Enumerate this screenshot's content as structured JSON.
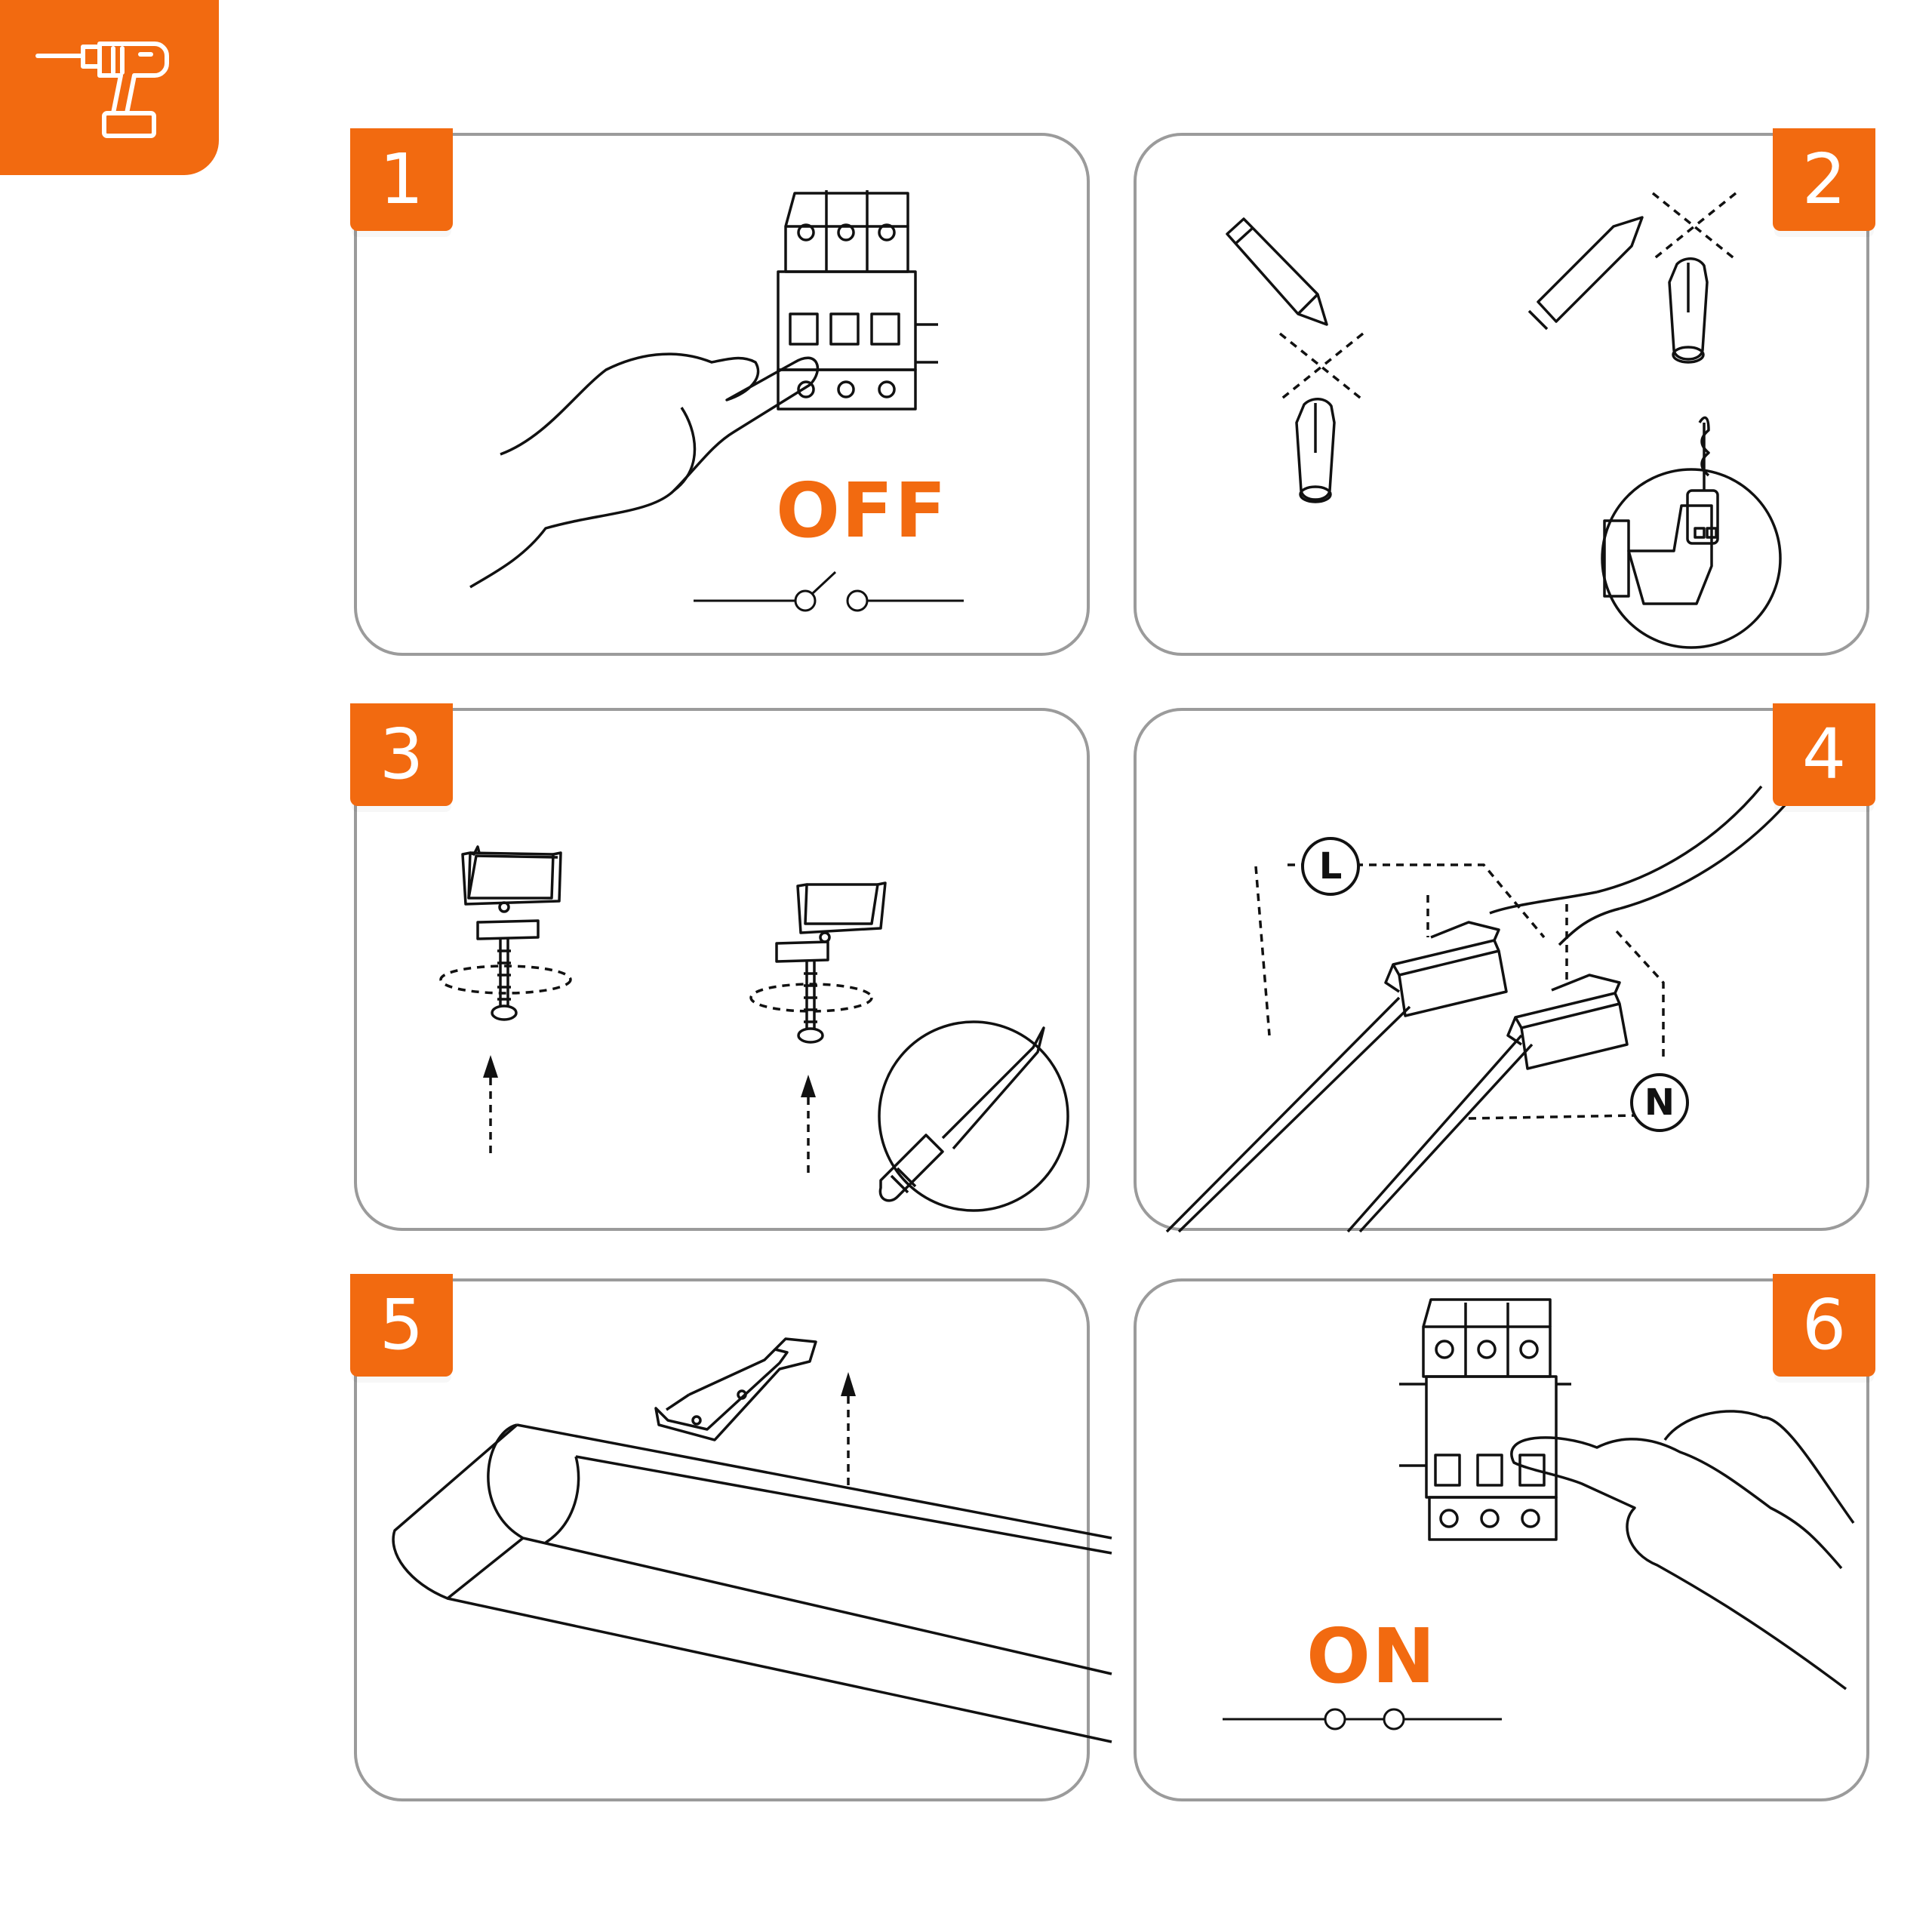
{
  "header": {
    "tool_icon": "drill-icon"
  },
  "colors": {
    "accent": "#f26a10",
    "panel_border": "#9b9b9b",
    "line": "#111111"
  },
  "steps": [
    {
      "number": "1",
      "caption": "OFF"
    },
    {
      "number": "2"
    },
    {
      "number": "3"
    },
    {
      "number": "4",
      "labels": {
        "live": "L",
        "neutral": "N"
      }
    },
    {
      "number": "5"
    },
    {
      "number": "6",
      "caption": "ON"
    }
  ]
}
